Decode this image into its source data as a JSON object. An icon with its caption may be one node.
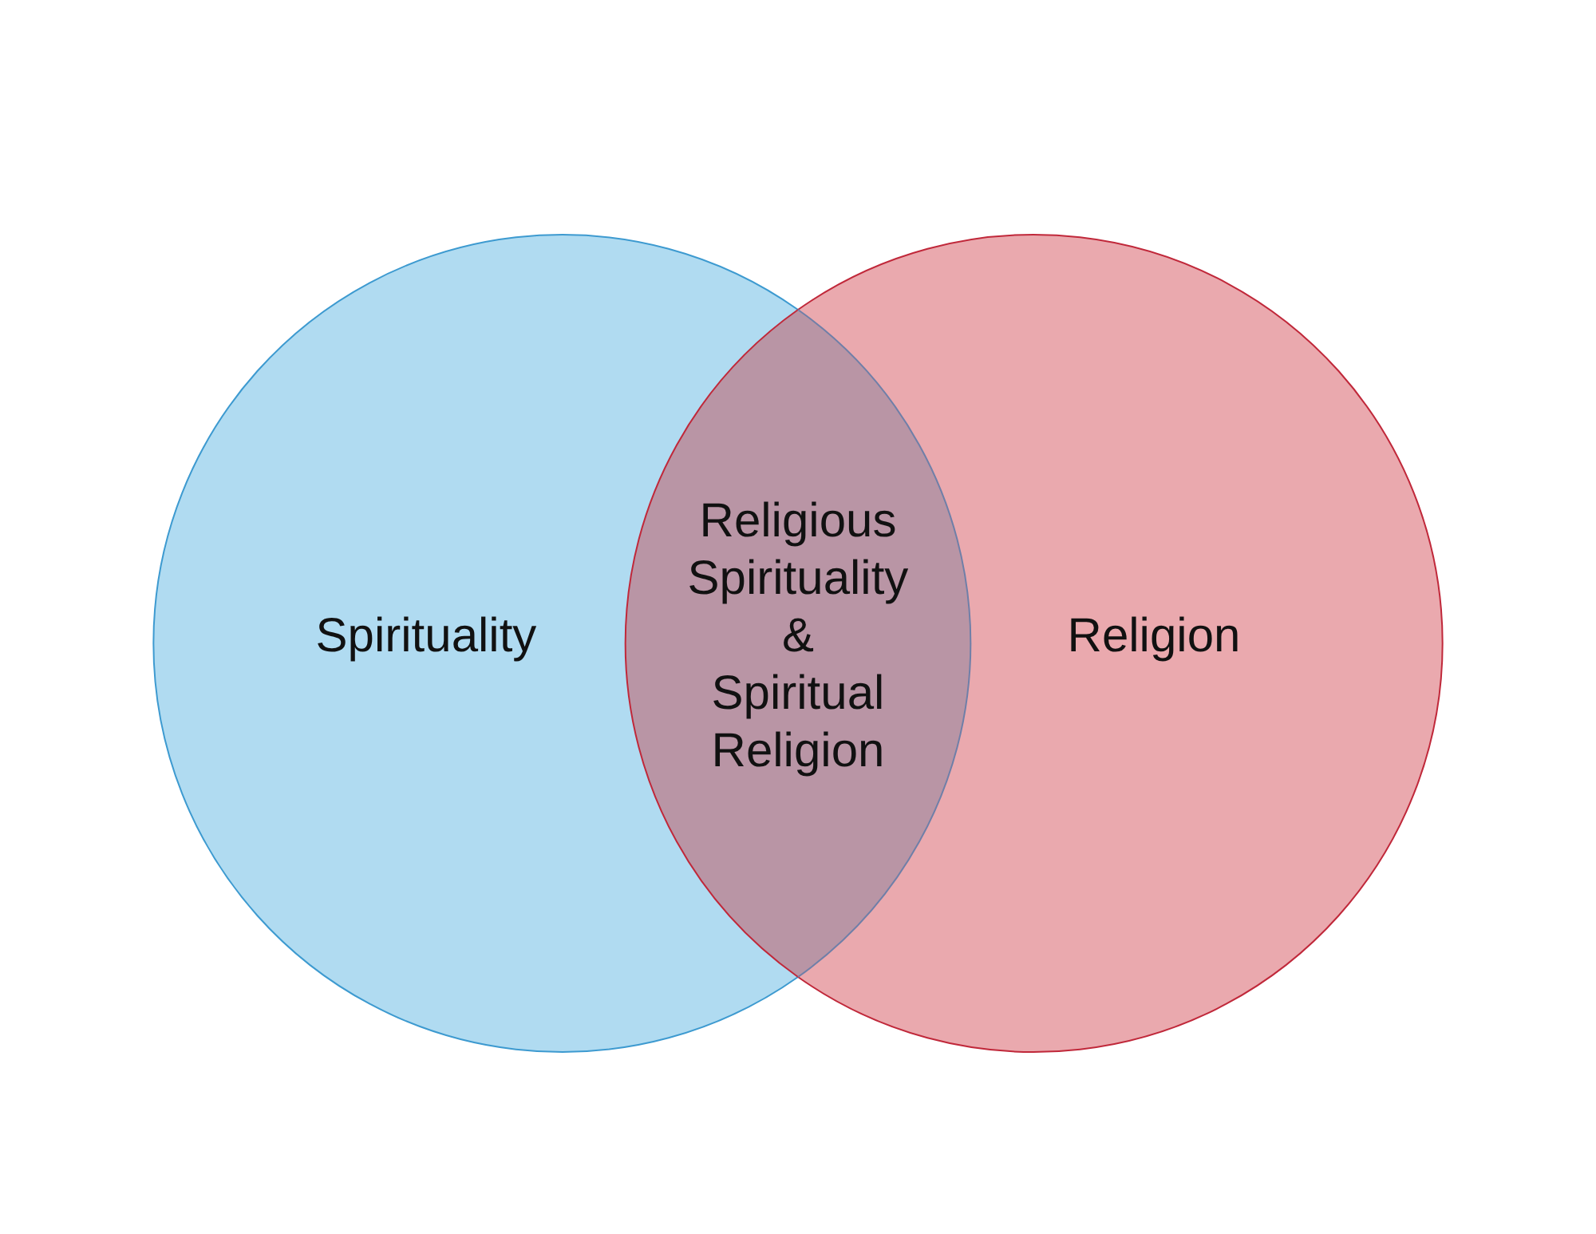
{
  "diagram": {
    "nodes": [
      {
        "text": [
          "Spirituality"
        ]
      },
      {
        "text": [
          "Religion"
        ]
      },
      {
        "text": [
          "Religious Spirituality & Spiritual Religion"
        ]
      }
    ]
  }
}
